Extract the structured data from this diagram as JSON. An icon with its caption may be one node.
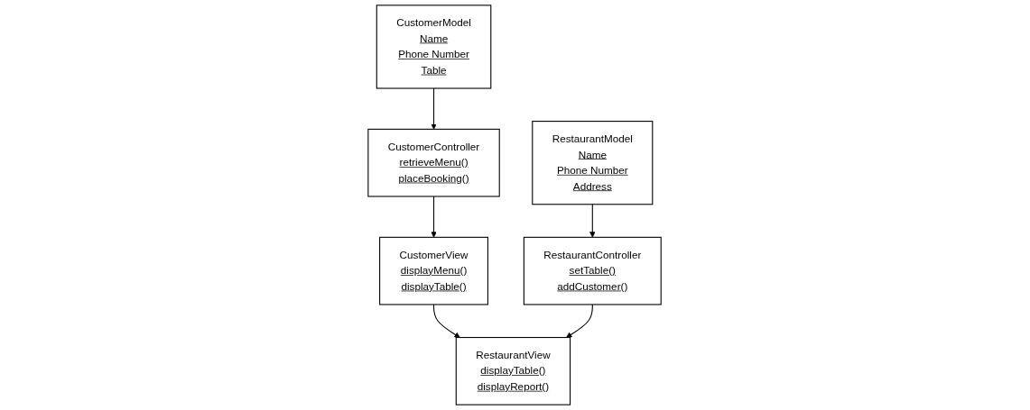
{
  "diagram": {
    "nodes": [
      {
        "text": [
          "CustomerController",
          "retrieveMenu()",
          "placeBooking()"
        ]
      },
      {
        "text": [
          "RestaurantController",
          "setTable()",
          "addCustomer()"
        ]
      },
      {
        "text": [
          "CustomerModel",
          "Name",
          "Phone Number",
          "Table"
        ]
      },
      {
        "text": [
          "CustomerView",
          "displayMenu()",
          "displayTable()"
        ]
      },
      {
        "text": [
          "RestaurantView",
          "displayTable()",
          "displayReport()"
        ]
      },
      {
        "text": [
          "RestaurantModel",
          "Name",
          "Phone Number",
          "Address"
        ]
      }
    ],
    "edges": [
      {
        "from": 2,
        "to": 0,
        "arrow": "to"
      },
      {
        "from": 0,
        "to": 3,
        "arrow": "to"
      },
      {
        "from": 3,
        "to": 4,
        "arrow": "to"
      },
      {
        "from": 1,
        "to": 4,
        "arrow": "to"
      },
      {
        "from": 5,
        "to": 1,
        "arrow": "to"
      }
    ]
  }
}
